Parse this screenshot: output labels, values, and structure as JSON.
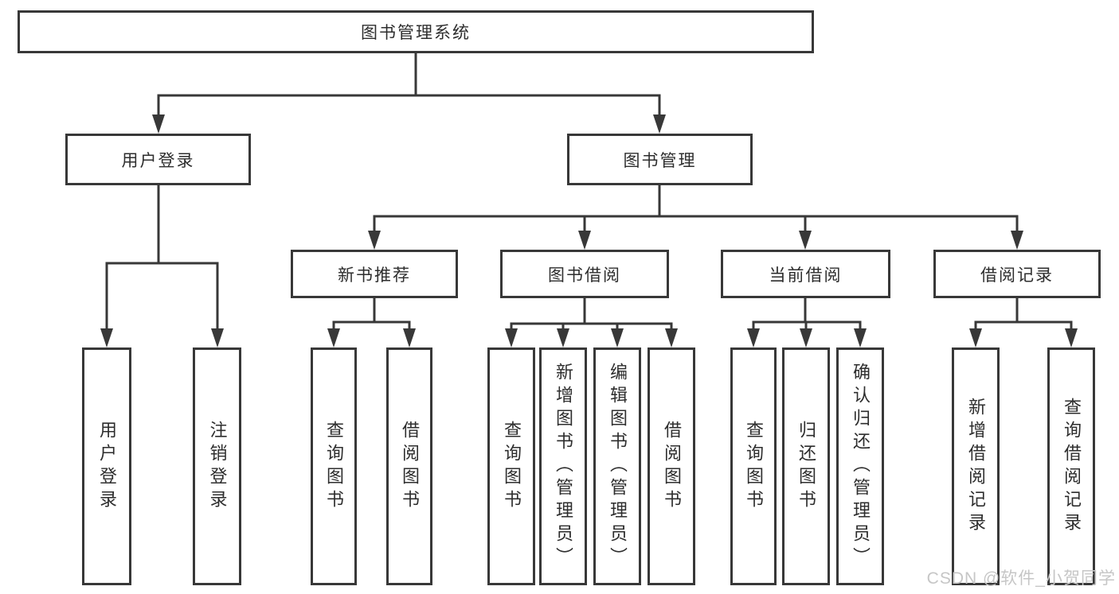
{
  "diagram": {
    "title": "图书管理系统",
    "tree": {
      "root": {
        "label": "图书管理系统"
      },
      "children": [
        {
          "label": "用户登录",
          "children": [
            {
              "label": "用户登录"
            },
            {
              "label": "注销登录"
            }
          ]
        },
        {
          "label": "图书管理",
          "children": [
            {
              "label": "新书推荐",
              "children": [
                {
                  "label": "查询图书"
                },
                {
                  "label": "借阅图书"
                }
              ]
            },
            {
              "label": "图书借阅",
              "children": [
                {
                  "label": "查询图书"
                },
                {
                  "label": "新增图书（管理员）"
                },
                {
                  "label": "编辑图书（管理员）"
                },
                {
                  "label": "借阅图书"
                }
              ]
            },
            {
              "label": "当前借阅",
              "children": [
                {
                  "label": "查询图书"
                },
                {
                  "label": "归还图书"
                },
                {
                  "label": "确认归还（管理员）"
                }
              ]
            },
            {
              "label": "借阅记录",
              "children": [
                {
                  "label": "新增借阅记录"
                },
                {
                  "label": "查询借阅记录"
                }
              ]
            }
          ]
        }
      ]
    },
    "colors": {
      "line": "#383838",
      "box_border": "#383838",
      "box_fill": "#ffffff",
      "text": "#2d2d2d",
      "watermark": "#c6c6c6",
      "background": "#ffffff"
    }
  },
  "watermark": {
    "text": "CSDN @软件_小贺同学"
  }
}
